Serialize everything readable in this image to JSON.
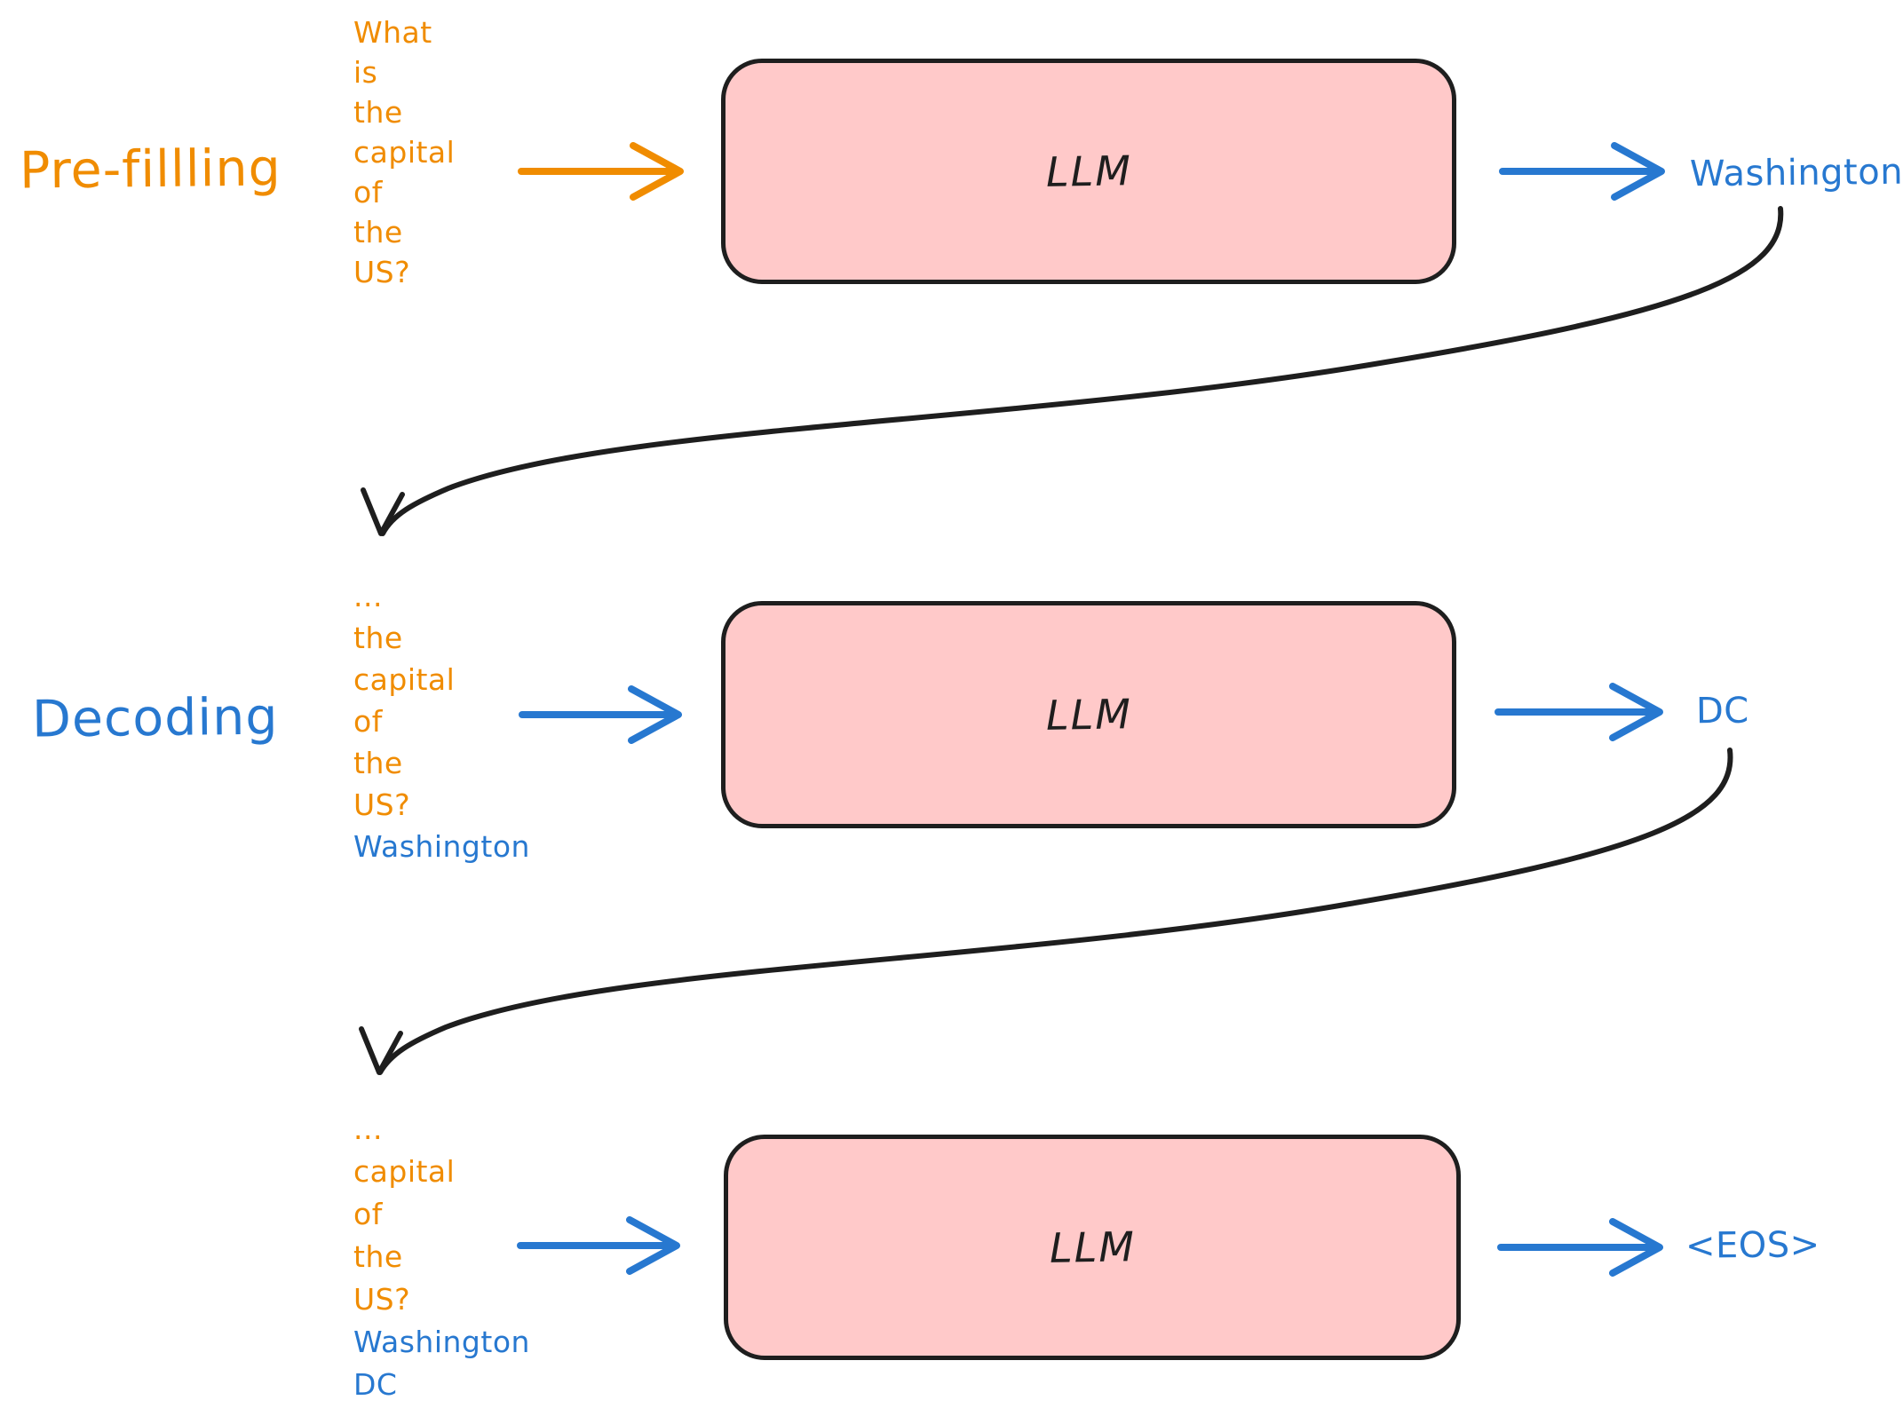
{
  "title": "LLM pre-filling and decoding diagram",
  "colors": {
    "orange": "#f08c00",
    "blue": "#2778d0",
    "ink": "#1e1e1e",
    "box_fill": "#ffc9c9"
  },
  "stages": [
    {
      "label": "Pre-fillling",
      "prompt_tokens": [
        "What",
        "is",
        "the",
        "capital",
        "of",
        "the",
        "US?"
      ],
      "generated_tokens": [],
      "box_label": "LLM",
      "output_token": "Washington"
    },
    {
      "label": "Decoding",
      "prompt_tokens": [
        "...",
        "the",
        "capital",
        "of",
        "the",
        "US?"
      ],
      "generated_tokens": [
        "Washington"
      ],
      "box_label": "LLM",
      "output_token": "DC"
    },
    {
      "label": "",
      "prompt_tokens": [
        "...",
        "capital",
        "of",
        "the",
        "US?"
      ],
      "generated_tokens": [
        "Washington",
        "DC"
      ],
      "box_label": "LLM",
      "output_token": "<EOS>"
    }
  ]
}
